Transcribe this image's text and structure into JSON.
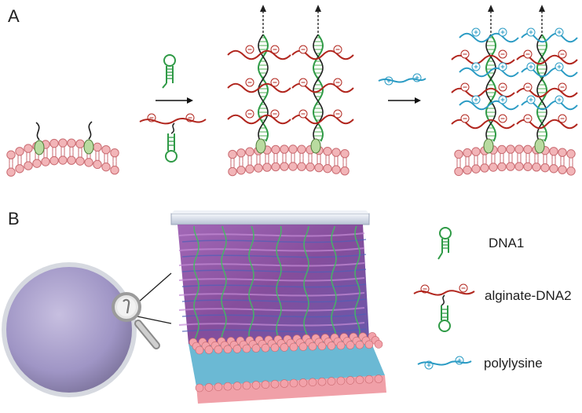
{
  "panels": {
    "a": {
      "letter": "A"
    },
    "b": {
      "letter": "B"
    }
  },
  "legend": {
    "items": [
      {
        "key": "dna1",
        "label": "DNA1",
        "icon": "dna-hairpin-icon"
      },
      {
        "key": "alginate_dna2",
        "label": "alginate-DNA2",
        "icon": "alginate-dna2-icon"
      },
      {
        "key": "polylysine",
        "label": "polylysine",
        "icon": "polylysine-icon"
      }
    ]
  },
  "colors": {
    "lipid_head": "#f2b5b8",
    "lipid_outline": "#c96a70",
    "anchor_green": "#b9dba0",
    "dna_green": "#2f9a46",
    "dna_dark": "#1f1f1f",
    "alginate_red": "#b1261e",
    "polylysine_blue": "#2a9bc4",
    "cell_purple": "#a59dc9",
    "cell_rim": "#c9ccd4"
  }
}
